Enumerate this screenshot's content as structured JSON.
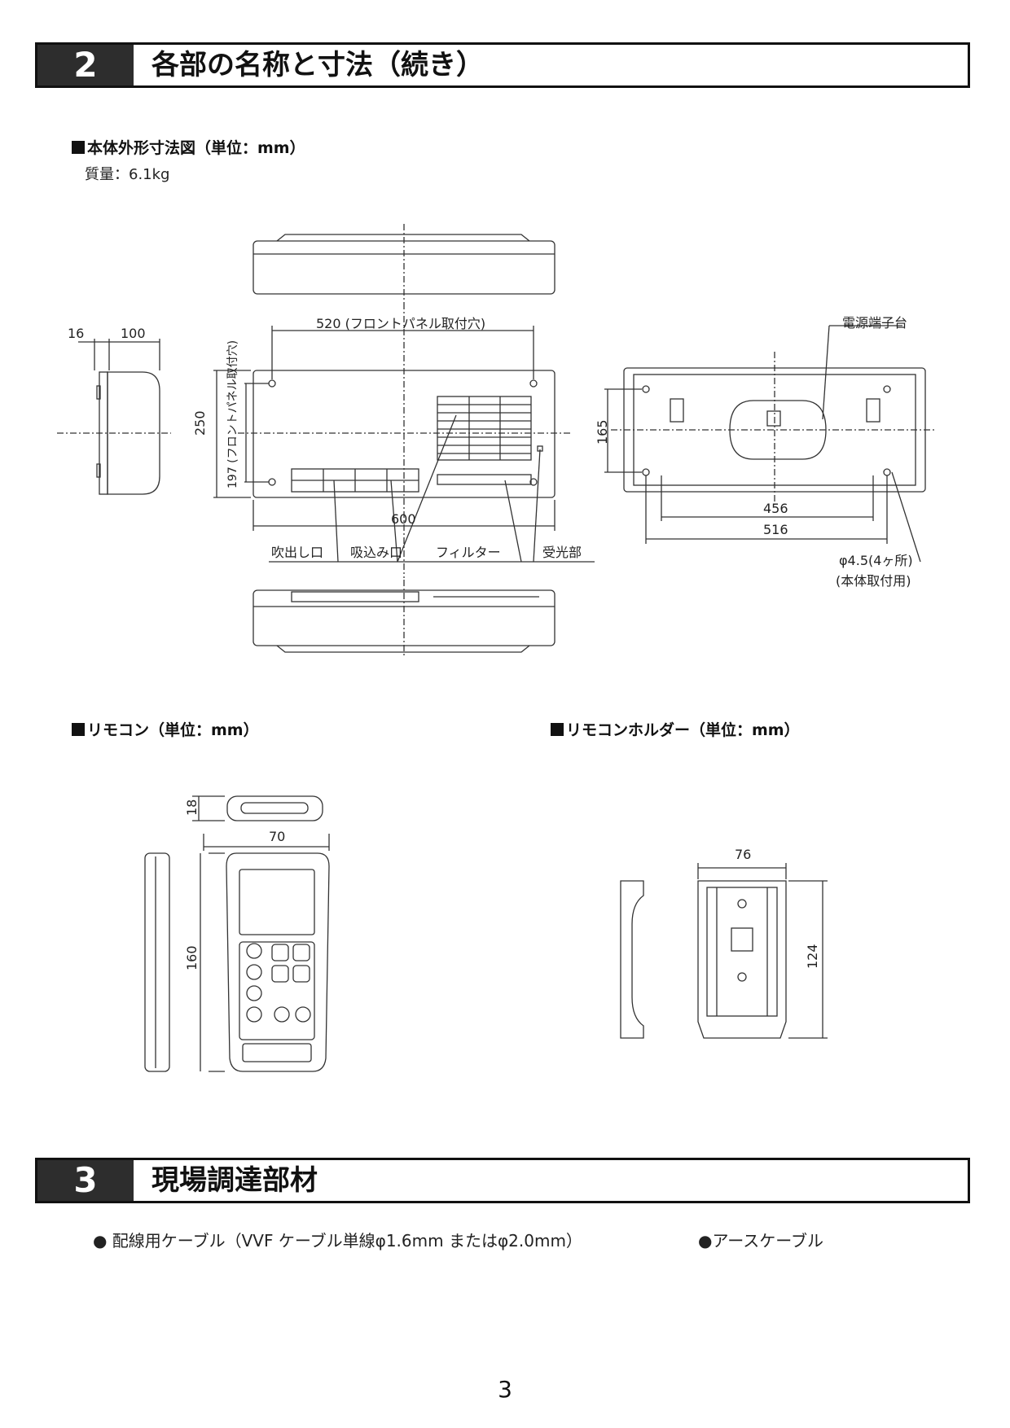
{
  "section2": {
    "number": "2",
    "title": "各部の名称と寸法（続き）"
  },
  "main_unit": {
    "heading": "本体外形寸法図（単位：mm）",
    "mass": "質量：6.1kg",
    "dims": {
      "d16": "16",
      "d100": "100",
      "d520": "520 (フロントパネル取付穴)",
      "d250": "250",
      "d197": "197 (フロントパネル取付穴)",
      "d600": "600",
      "d456": "456",
      "d516": "516",
      "d165": "165"
    },
    "parts": {
      "outlet": "吹出し口",
      "inlet": "吸込み口",
      "filter": "フィルター",
      "receiver": "受光部",
      "terminal": "電源端子台",
      "holes": "φ4.5(4ヶ所)",
      "holes_use": "(本体取付用)"
    }
  },
  "remote": {
    "heading": "リモコン（単位：mm）",
    "dims": {
      "d18": "18",
      "d70": "70",
      "d160": "160"
    }
  },
  "holder": {
    "heading": "リモコンホルダー（単位：mm）",
    "dims": {
      "d76": "76",
      "d124": "124"
    }
  },
  "section3": {
    "number": "3",
    "title": "現場調達部材",
    "items": [
      "● 配線用ケーブル（VVF ケーブル単線φ1.6mm またはφ2.0mm）",
      "●アースケーブル"
    ]
  },
  "page_number": "3"
}
